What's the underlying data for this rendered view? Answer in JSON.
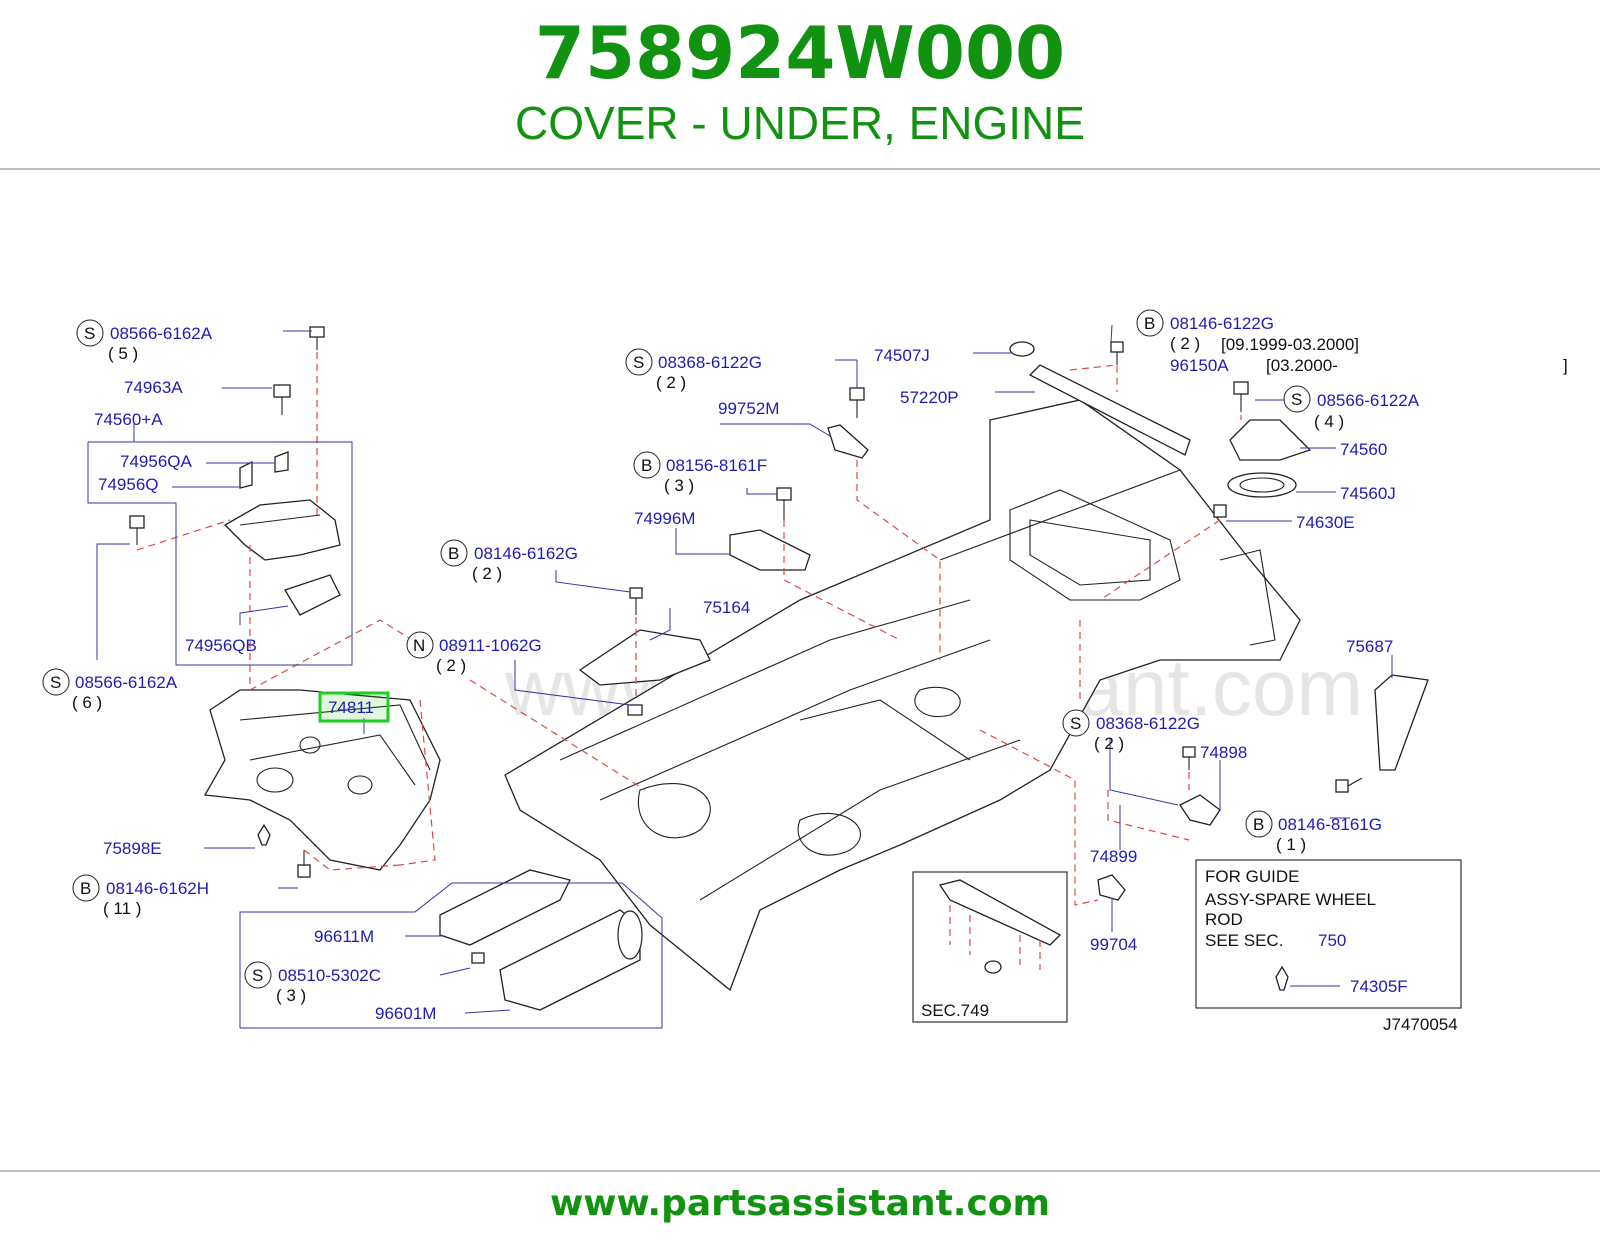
{
  "header": {
    "part_number": "758924W000",
    "description": "COVER - UNDER, ENGINE"
  },
  "footer": {
    "url": "www.partsassistant.com"
  },
  "watermark": "www.partsassistant.com",
  "colors": {
    "brand_green": "#119211",
    "label_blue": "#1d1db4",
    "highlight_green": "#22cc22",
    "dashed_red": "#e04848"
  },
  "diagram": {
    "code": "J7470054",
    "highlighted_part": "74811",
    "note_box": {
      "lines": [
        "FOR  GUIDE",
        "ASSY-SPARE  WHEEL",
        "ROD",
        "SEE  SEC."
      ],
      "sec_link": "750"
    },
    "sec_box_label": "SEC.749",
    "callouts": [
      {
        "symbol": "S",
        "part": "08566-6162A",
        "qty": "( 5 )"
      },
      {
        "symbol": "",
        "part": "74963A",
        "qty": ""
      },
      {
        "symbol": "",
        "part": "74560+A",
        "qty": ""
      },
      {
        "symbol": "",
        "part": "74956QA",
        "qty": ""
      },
      {
        "symbol": "",
        "part": "74956Q",
        "qty": ""
      },
      {
        "symbol": "",
        "part": "74956QB",
        "qty": ""
      },
      {
        "symbol": "S",
        "part": "08566-6162A",
        "qty": "( 6 )"
      },
      {
        "symbol": "",
        "part": "74811",
        "qty": ""
      },
      {
        "symbol": "",
        "part": "75898E",
        "qty": ""
      },
      {
        "symbol": "B",
        "part": "08146-6162H",
        "qty": "( 11 )"
      },
      {
        "symbol": "",
        "part": "96611M",
        "qty": ""
      },
      {
        "symbol": "S",
        "part": "08510-5302C",
        "qty": "( 3 )"
      },
      {
        "symbol": "",
        "part": "96601M",
        "qty": ""
      },
      {
        "symbol": "S",
        "part": "08368-6122G",
        "qty": "( 2 )"
      },
      {
        "symbol": "",
        "part": "74507J",
        "qty": ""
      },
      {
        "symbol": "",
        "part": "99752M",
        "qty": ""
      },
      {
        "symbol": "",
        "part": "57220P",
        "qty": ""
      },
      {
        "symbol": "B",
        "part": "08156-8161F",
        "qty": "( 3 )"
      },
      {
        "symbol": "",
        "part": "74996M",
        "qty": ""
      },
      {
        "symbol": "B",
        "part": "08146-6162G",
        "qty": "( 2 )"
      },
      {
        "symbol": "",
        "part": "75164",
        "qty": ""
      },
      {
        "symbol": "N",
        "part": "08911-1062G",
        "qty": "( 2 )"
      },
      {
        "symbol": "B",
        "part": "08146-6122G",
        "qty": "( 2 )",
        "date": "[09.1999-03.2000]"
      },
      {
        "symbol": "",
        "part": "96150A",
        "qty": "",
        "date": "[03.2000-",
        "date_end": "]"
      },
      {
        "symbol": "S",
        "part": "08566-6122A",
        "qty": "( 4 )"
      },
      {
        "symbol": "",
        "part": "74560",
        "qty": ""
      },
      {
        "symbol": "",
        "part": "74560J",
        "qty": ""
      },
      {
        "symbol": "",
        "part": "74630E",
        "qty": ""
      },
      {
        "symbol": "",
        "part": "75687",
        "qty": ""
      },
      {
        "symbol": "S",
        "part": "08368-6122G",
        "qty": "( 2 )"
      },
      {
        "symbol": "",
        "part": "74898",
        "qty": ""
      },
      {
        "symbol": "",
        "part": "74899",
        "qty": ""
      },
      {
        "symbol": "B",
        "part": "08146-8161G",
        "qty": "( 1 )"
      },
      {
        "symbol": "",
        "part": "99704",
        "qty": ""
      },
      {
        "symbol": "",
        "part": "74305F",
        "qty": ""
      }
    ]
  }
}
